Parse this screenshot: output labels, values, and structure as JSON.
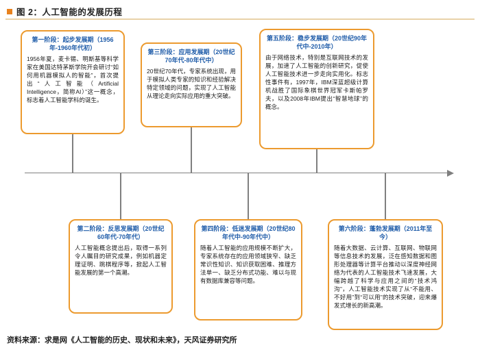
{
  "header": {
    "title": "图 2：人工智能的发展历程"
  },
  "footer": {
    "source": "资料来源：求是网《人工智能的历史、现状和未来》，天风证券研究所"
  },
  "colors": {
    "accent_orange": "#EC9A2E",
    "bullet_orange": "#E8821E",
    "heading_blue": "#1F5CA9",
    "divider_tan": "#E9D2A8",
    "timeline_gray": "#7F7F7F",
    "body_text": "#1A1A1A"
  },
  "stages": [
    {
      "name": "stage-1",
      "title": "第一阶段：起步发展期（1956年-1960年代初）",
      "body": "1956年夏，麦卡锡、明斯基等科学家在美国达特茅斯学院开会研讨“如何用机器模拟人的智能”，首次提出“人工智能（Artificial Intelligence，简称AI）”这一概念，标志着人工智能学科的诞生。"
    },
    {
      "name": "stage-3",
      "title": "第三阶段：应用发展期（20世纪70年代-80年代中）",
      "body": "20世纪70年代，专家系统出现，用于模拟人类专家的知识和经验解决特定领域的问题，实现了人工智能从理论走向实际应用的重大突破。"
    },
    {
      "name": "stage-5",
      "title": "第五阶段：稳步发展期（20世纪90年代中-2010年）",
      "body": "由于网络技术，特别是互联网技术的发展，加速了人工智能的创新研究，促使人工智能技术进一步走向实用化。标志性事件有，1997年，IBM深蓝超级计算机战胜了国际象棋世界冠军卡斯帕罗夫，以及2008年IBM提出“智慧地球”的概念。"
    },
    {
      "name": "stage-2",
      "title": "第二阶段：反思发展期（20世纪60年代-70年代）",
      "body": "人工智能概念提出后，取得一系列令人瞩目的研究成果，例如机器定理证明、跳棋程序等，掀起人工智能发展的第一个高潮。"
    },
    {
      "name": "stage-4",
      "title": "第四阶段：低迷发展期（20世纪80年代中-90年代中）",
      "body": "随着人工智能的应用规模不断扩大，专家系统存在的应用领域狭窄、缺乏常识性知识、知识获取困难、推理方法单一、缺乏分布式功能、难以与现有数据库兼容等问题。"
    },
    {
      "name": "stage-6",
      "title": "第六阶段：蓬勃发展期（2011年至今）",
      "body": "随着大数据、云计算、互联网、物联网等信息技术的发展，泛在感知数据和图形处理器等计算平台推动以深度神经网络为代表的人工智能技术飞速发展，大幅跨越了科学与应用之间的“技术鸿沟”，人工智能技术实现了从“不能用、不好用”到“可以用”的技术突破，迎来爆发式增长的新高潮。"
    }
  ]
}
